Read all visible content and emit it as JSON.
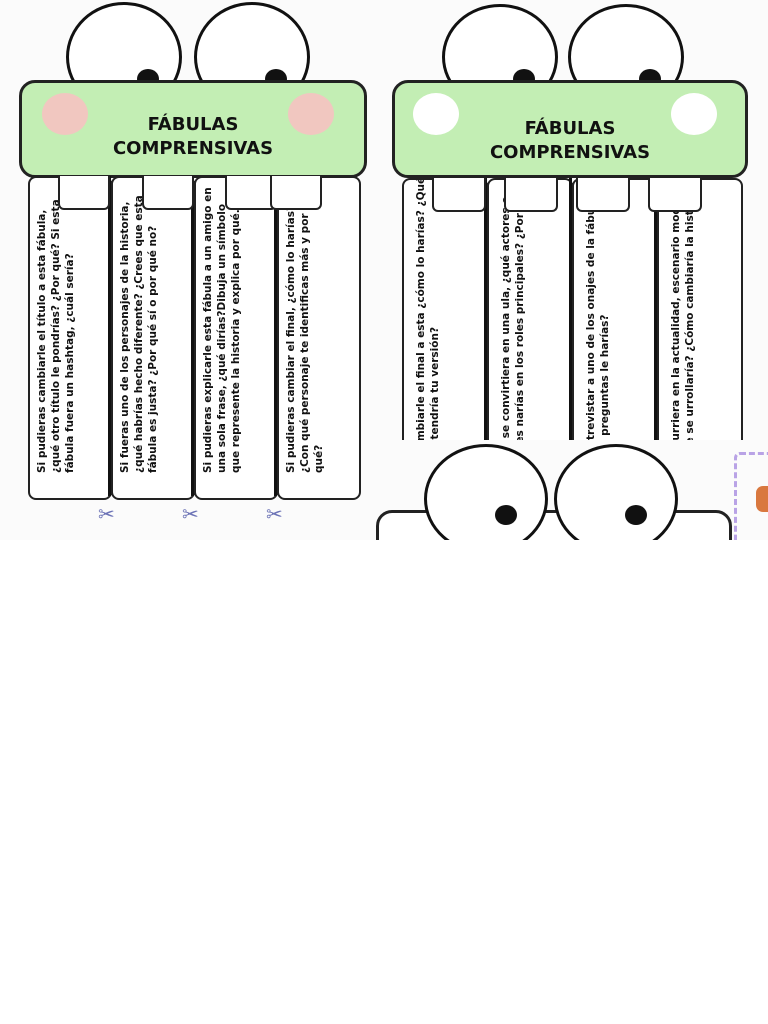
{
  "left_card": {
    "title_line1": "FÁBULAS",
    "title_line2": "COMPRENSIVAS",
    "cheek_color": "#f1c7c0",
    "strips": [
      {
        "text": "Si pudieras cambiarle el título a esta fábula, ¿qué otro título le pondrías? ¿Por qué? Si esta fábula fuera un hashtag, ¿cuál sería?"
      },
      {
        "text": "Si fueras uno de los personajes de la historia, ¿qué habrías hecho diferente? ¿Crees que esta fábula es justa? ¿Por qué sí o por qué no?"
      },
      {
        "text": "Si pudieras explicarle esta fábula a un amigo en una sola frase, ¿qué dirías?Dibuja un símbolo que represente la historia y explica por qué."
      },
      {
        "text": "Si pudieras cambiar el final, ¿cómo lo harías?¿Con qué personaje te identificas más y por qué?"
      }
    ],
    "scissors_icon": "✂"
  },
  "right_card": {
    "title_line1": "FÁBULAS",
    "title_line2": "COMPRENSIVAS",
    "cheek_color": "#ffffff",
    "strips": [
      {
        "text": "dieras cambiarle el final a esta ¿cómo lo harías? ¿Qué moraleja tendría tu versión?"
      },
      {
        "text": "ta fábula se convirtiera en una ula, ¿qué actores o personajes narías en los roles principales? ¿Por qué?"
      },
      {
        "text": "dieras entrevistar a uno de los onajes de la fábula, ¿qué tres preguntas le harías?"
      },
      {
        "text": "fábula ocurriera en la actualidad, escenario moderno crees que se urrollaría? ¿Cómo cambiaría la historia?"
      }
    ]
  },
  "colors": {
    "band_green": "#c3eeb4",
    "dashed_border": "#b9a3e6",
    "scissors": "#6c73b6"
  }
}
